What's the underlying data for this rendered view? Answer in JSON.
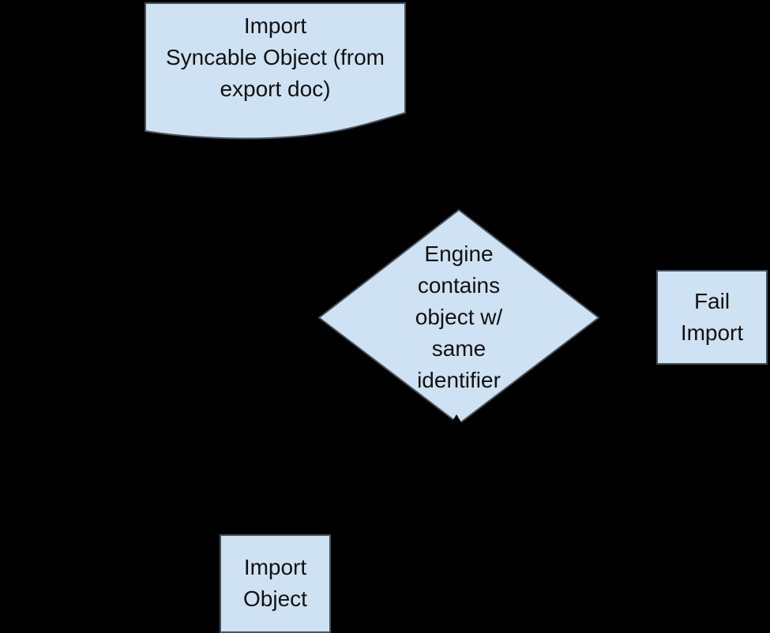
{
  "theme": {
    "background": "#000000",
    "shape_fill": "#cfe2f3",
    "shape_border": "#49525c",
    "text_color": "#111111"
  },
  "diagram": {
    "nodes": {
      "import_syncable": {
        "type": "document",
        "lines": [
          "Import",
          "Syncable Object (from",
          "export doc)"
        ]
      },
      "engine_contains": {
        "type": "decision",
        "lines": [
          "Engine",
          "contains",
          "object w/",
          "same",
          "identifier"
        ]
      },
      "fail_import": {
        "type": "process",
        "lines": [
          "Fail",
          "Import"
        ]
      },
      "import_object": {
        "type": "process",
        "lines": [
          "Import",
          "Object"
        ]
      }
    }
  }
}
